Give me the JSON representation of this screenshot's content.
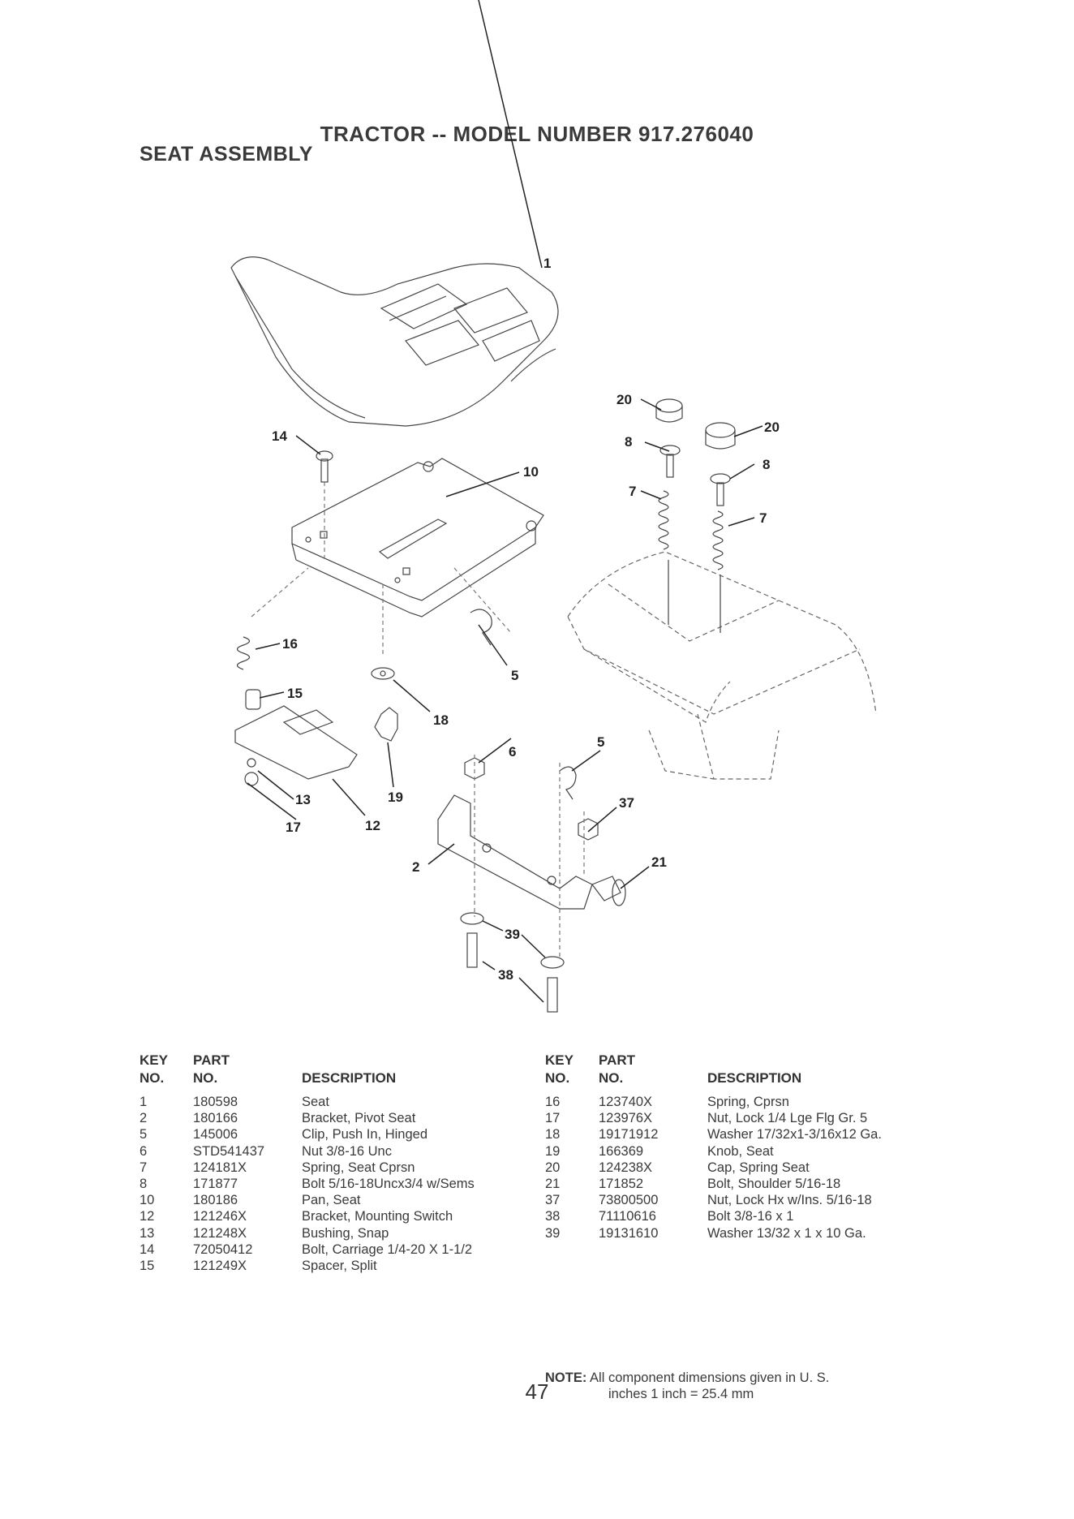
{
  "header": {
    "title": "TRACTOR -- MODEL NUMBER 917.276040",
    "subtitle": "SEAT ASSEMBLY"
  },
  "diagram": {
    "callouts": [
      "1",
      "14",
      "10",
      "20",
      "20",
      "8",
      "8",
      "7",
      "7",
      "16",
      "15",
      "5",
      "18",
      "19",
      "6",
      "5",
      "13",
      "17",
      "12",
      "37",
      "2",
      "21",
      "39",
      "38"
    ]
  },
  "table_headers": {
    "key": "KEY",
    "no1": "NO.",
    "part": "PART",
    "no2": "NO.",
    "description": "DESCRIPTION"
  },
  "parts_left": [
    {
      "key": "1",
      "part": "180598",
      "desc": "Seat"
    },
    {
      "key": "2",
      "part": "180166",
      "desc": "Bracket, Pivot Seat"
    },
    {
      "key": "5",
      "part": "145006",
      "desc": "Clip, Push In, Hinged"
    },
    {
      "key": "6",
      "part": "STD541437",
      "desc": "Nut 3/8-16 Unc"
    },
    {
      "key": "7",
      "part": "124181X",
      "desc": "Spring, Seat Cprsn"
    },
    {
      "key": "8",
      "part": "171877",
      "desc": "Bolt 5/16-18Uncx3/4 w/Sems"
    },
    {
      "key": "10",
      "part": "180186",
      "desc": "Pan, Seat"
    },
    {
      "key": "12",
      "part": "121246X",
      "desc": "Bracket, Mounting Switch"
    },
    {
      "key": "13",
      "part": "121248X",
      "desc": "Bushing, Snap"
    },
    {
      "key": "14",
      "part": "72050412",
      "desc": "Bolt, Carriage 1/4-20 X 1-1/2"
    },
    {
      "key": "15",
      "part": "121249X",
      "desc": "Spacer, Split"
    }
  ],
  "parts_right": [
    {
      "key": "16",
      "part": "123740X",
      "desc": "Spring, Cprsn"
    },
    {
      "key": "17",
      "part": "123976X",
      "desc": "Nut, Lock 1/4 Lge Flg Gr. 5"
    },
    {
      "key": "18",
      "part": "19171912",
      "desc": "Washer 17/32x1-3/16x12 Ga."
    },
    {
      "key": "19",
      "part": "166369",
      "desc": "Knob, Seat"
    },
    {
      "key": "20",
      "part": "124238X",
      "desc": "Cap, Spring Seat"
    },
    {
      "key": "21",
      "part": "171852",
      "desc": "Bolt, Shoulder 5/16-18"
    },
    {
      "key": "37",
      "part": "73800500",
      "desc": "Nut, Lock Hx w/Ins. 5/16-18"
    },
    {
      "key": "38",
      "part": "71110616",
      "desc": "Bolt 3/8-16 x 1"
    },
    {
      "key": "39",
      "part": "19131610",
      "desc": "Washer 13/32 x 1 x 10 Ga."
    }
  ],
  "note": {
    "label": "NOTE:",
    "line1": "All component dimensions given in U. S.",
    "line2": "inches 1 inch = 25.4 mm"
  },
  "page_number": "47"
}
